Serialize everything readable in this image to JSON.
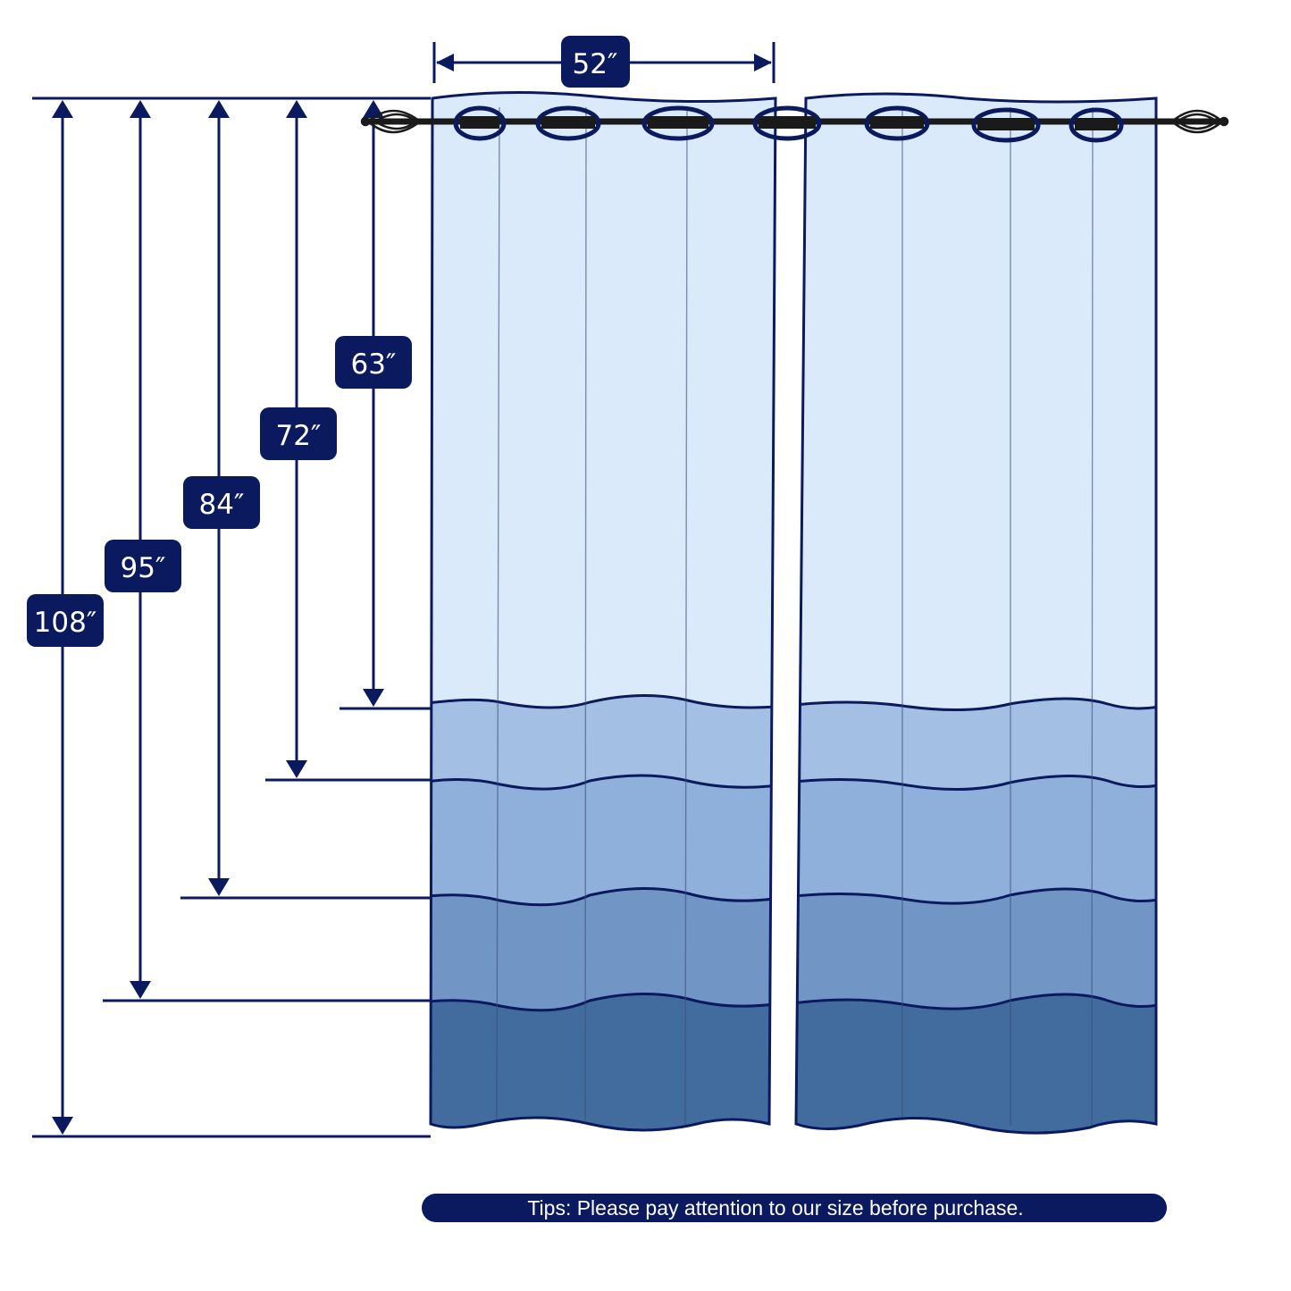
{
  "diagram": {
    "width_label": "52″",
    "length_labels": {
      "l63": "63″",
      "l72": "72″",
      "l84": "84″",
      "l95": "95″",
      "l108": "108″"
    },
    "tips": "Tips: Please pay attention to our size before purchase."
  },
  "colors": {
    "navy": "#0b1a5e",
    "panel_top": "#dbeafb",
    "band_1": "#a3c0e4",
    "band_2": "#8fb0da",
    "band_3": "#7196c6",
    "band_4": "#426c9e",
    "rod": "#1a1a1a"
  },
  "icons": {
    "rod_finial_left": "finial-icon",
    "rod_finial_right": "finial-icon",
    "grommet": "grommet-icon"
  }
}
